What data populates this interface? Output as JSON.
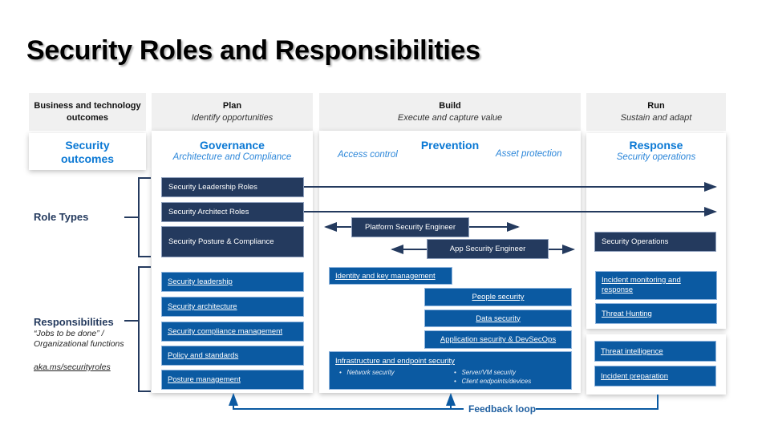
{
  "title": "Security Roles and Responsibilities",
  "columns": {
    "outcomes": {
      "title": "Business and technology outcomes",
      "panel_title": "Security outcomes"
    },
    "plan": {
      "title": "Plan",
      "subtitle": "Identify opportunities",
      "panel_title": "Governance",
      "panel_subtitle": "Architecture and Compliance"
    },
    "build": {
      "title": "Build",
      "subtitle": "Execute and capture value",
      "panel_title": "Prevention",
      "left_subtitle": "Access control",
      "right_subtitle": "Asset protection"
    },
    "run": {
      "title": "Run",
      "subtitle": "Sustain and adapt",
      "panel_title": "Response",
      "panel_subtitle": "Security operations"
    }
  },
  "role_types": {
    "label": "Role Types",
    "roles": [
      "Security Leadership Roles",
      "Security Architect Roles",
      "Security Posture & Compliance",
      "Platform Security Engineer",
      "App Security Engineer",
      "Security Operations"
    ]
  },
  "responsibilities": {
    "label": "Responsibilities",
    "sub1": "“Jobs to be done” /",
    "sub2": "Organizational functions",
    "link": "aka.ms/securityroles",
    "plan": [
      "Security leadership",
      "Security architecture",
      "Security compliance management",
      "Policy and standards",
      "Posture management"
    ],
    "build": {
      "identity": "Identity and key management",
      "people": "People security",
      "data": "Data security",
      "app": "Application security & DevSecOps",
      "infra": "Infrastructure and endpoint security",
      "infra_bullets": [
        "Network security",
        "Server/VM security",
        "Client endpoints/devices"
      ]
    },
    "run": [
      "Incident monitoring and response",
      "Threat Hunting",
      "Threat intelligence",
      "Incident preparation"
    ]
  },
  "feedback_loop": "Feedback loop",
  "colors": {
    "navy": "#243a5e",
    "blue": "#0b5aa2",
    "accent": "#0a78d4"
  }
}
